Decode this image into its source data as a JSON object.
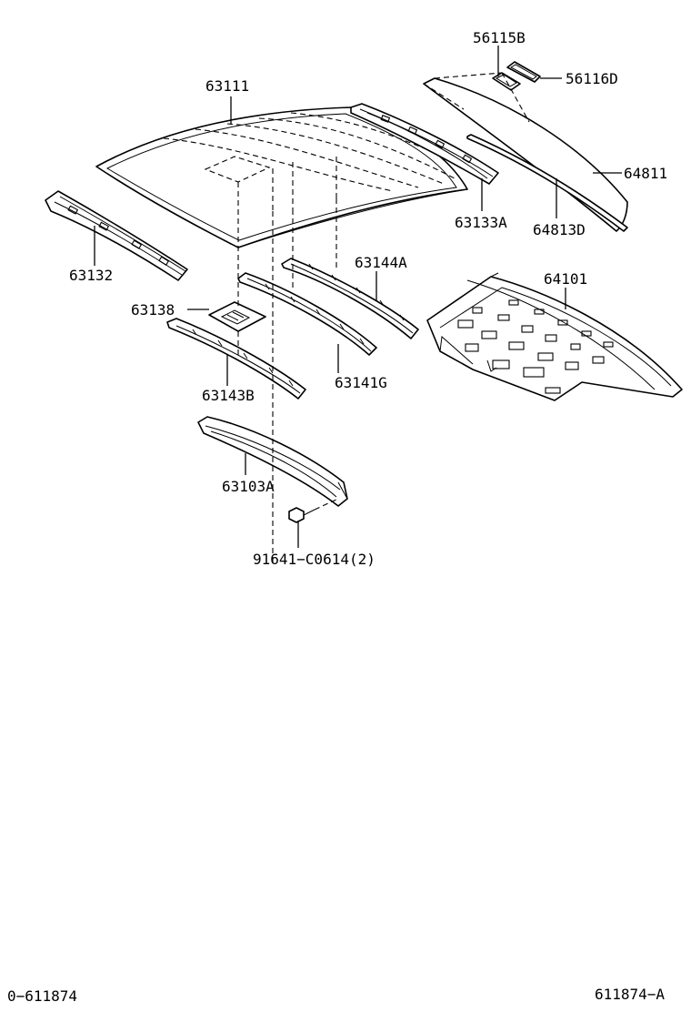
{
  "labels": {
    "p56115B": "56115B",
    "p56116D": "56116D",
    "p63111": "63111",
    "p64811": "64811",
    "p63133A": "63133A",
    "p64813D": "64813D",
    "p63132": "63132",
    "p63144A": "63144A",
    "p64101": "64101",
    "p63138": "63138",
    "p63141G": "63141G",
    "p63143B": "63143B",
    "p63103A": "63103A",
    "p91641": "91641−C0614(2)"
  },
  "footer": {
    "left": "0−611874",
    "right": "611874−A"
  }
}
